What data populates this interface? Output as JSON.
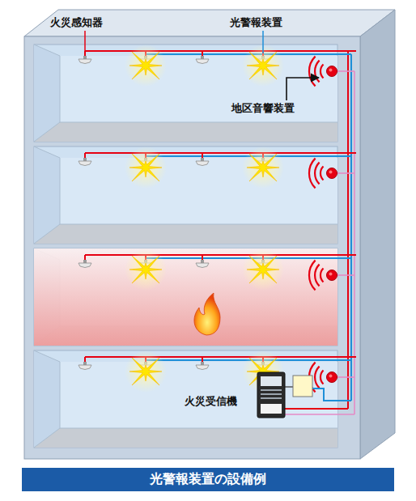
{
  "diagram": {
    "caption": "光警報装置の設備例",
    "labels": [
      "火災感知器",
      "光警報装置",
      "地区音響装置",
      "火災受信機"
    ]
  }
}
